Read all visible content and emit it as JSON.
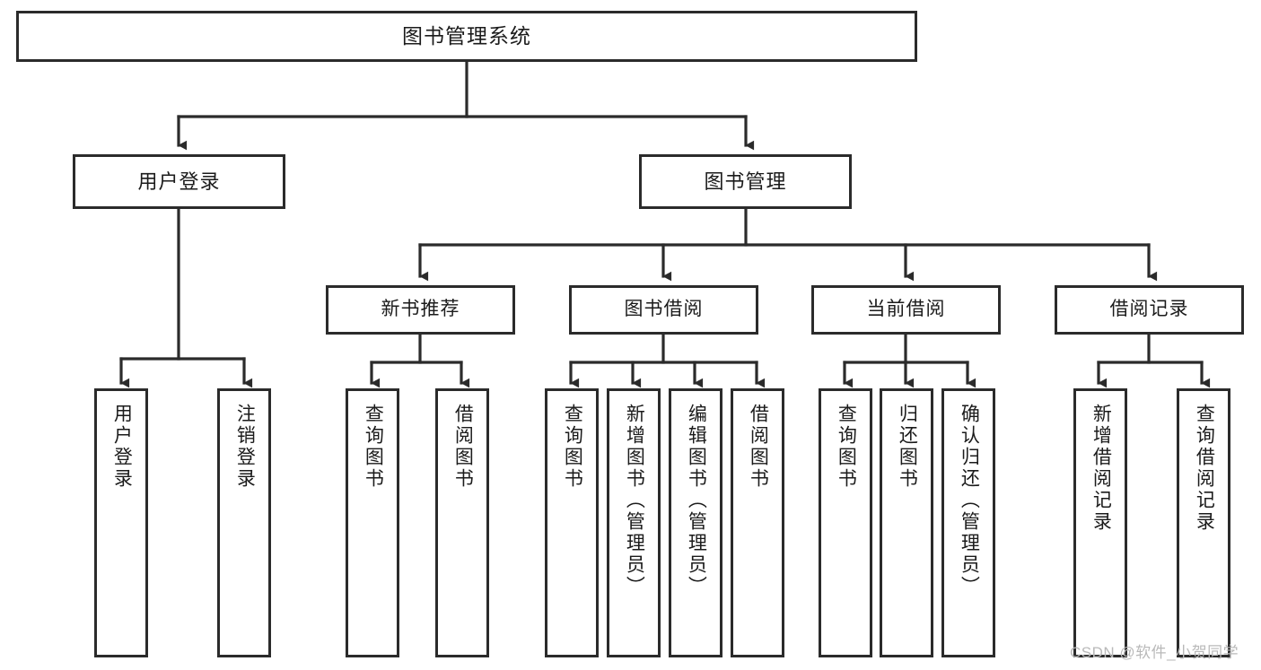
{
  "diagram": {
    "type": "tree-hierarchy",
    "title": "图书管理系统",
    "watermark": "CSDN @软件_小贺同学",
    "colors": {
      "box_border": "#2b2b2b",
      "box_fill": "#ffffff",
      "connector": "#2b2b2b",
      "text": "#1b1b1b",
      "watermark": "#b9b9b9",
      "background": "#ffffff"
    },
    "nodes": {
      "root": {
        "label": "图书管理系统"
      },
      "level2": [
        {
          "label": "用户登录"
        },
        {
          "label": "图书管理"
        }
      ],
      "level3": [
        {
          "label": "新书推荐"
        },
        {
          "label": "图书借阅"
        },
        {
          "label": "当前借阅"
        },
        {
          "label": "借阅记录"
        }
      ],
      "leaves": {
        "user_login": [
          {
            "label": "用户登录"
          },
          {
            "label": "注销登录"
          }
        ],
        "new_book_recommend": [
          {
            "label": "查询图书"
          },
          {
            "label": "借阅图书"
          }
        ],
        "book_borrow": [
          {
            "label": "查询图书"
          },
          {
            "label": "新增图书（管理员）"
          },
          {
            "label": "编辑图书（管理员）"
          },
          {
            "label": "借阅图书"
          }
        ],
        "current_borrow": [
          {
            "label": "查询图书"
          },
          {
            "label": "归还图书"
          },
          {
            "label": "确认归还（管理员）"
          }
        ],
        "borrow_record": [
          {
            "label": "新增借阅记录"
          },
          {
            "label": "查询借阅记录"
          }
        ]
      }
    }
  }
}
